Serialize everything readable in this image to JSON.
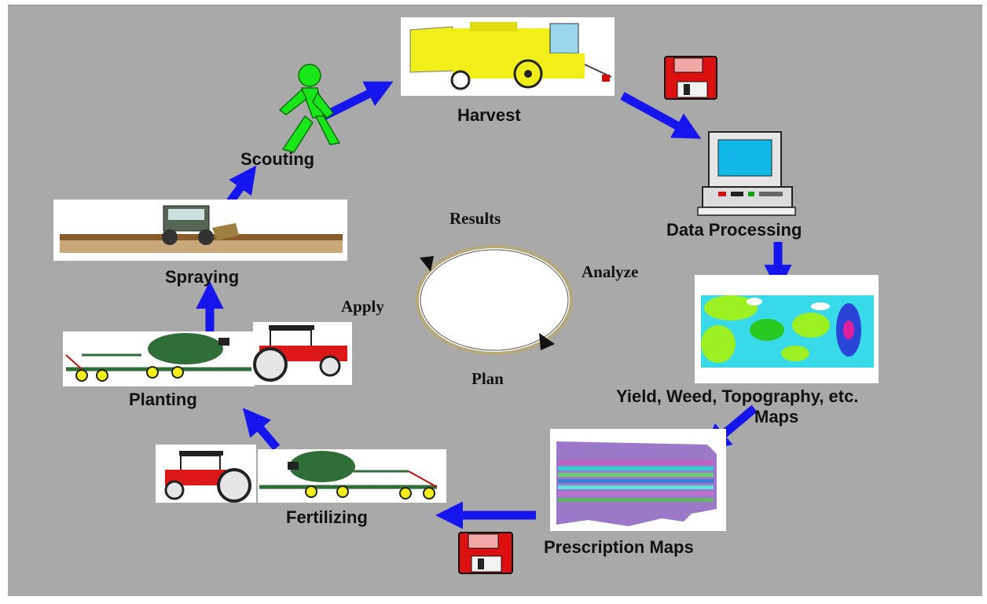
{
  "cycle": {
    "stages": {
      "harvest": "Harvest",
      "data_processing": "Data Processing",
      "maps_line1": "Yield, Weed, Topography, etc.",
      "maps_line2": "Maps",
      "prescription": "Prescription Maps",
      "fertilizing": "Fertilizing",
      "planting": "Planting",
      "spraying": "Spraying",
      "scouting": "Scouting"
    },
    "inner_loop": {
      "results": "Results",
      "analyze": "Analyze",
      "plan": "Plan",
      "apply": "Apply"
    }
  },
  "colors": {
    "background": "#a9a9a9",
    "arrow": "#1515ee",
    "machine_yellow": "#f2ee1a",
    "tractor_red": "#dd1818",
    "hopper_green": "#2f6e36",
    "scout_green": "#19e619",
    "disk_red": "#dd1010"
  },
  "icons": {
    "storage": "floppy-disk-icon",
    "computer": "computer-icon",
    "person": "walking-person-icon"
  }
}
